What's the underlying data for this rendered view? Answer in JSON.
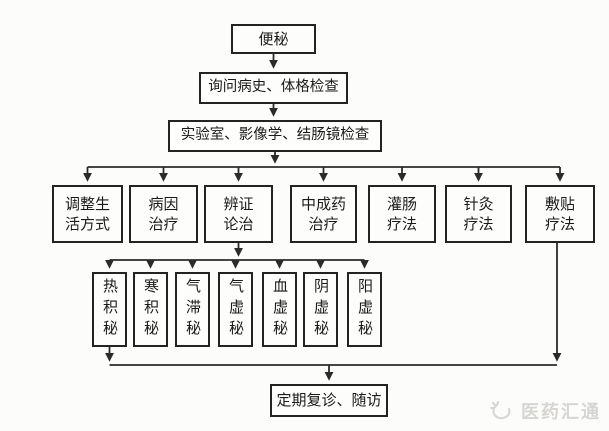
{
  "flowchart": {
    "start": {
      "label": "便秘"
    },
    "step_history": {
      "label": "询问病史、体格检查"
    },
    "step_exams": {
      "label": "实验室、影像学、结肠镜检查"
    },
    "treatments": [
      {
        "label": "调整生活方式",
        "lines": [
          "调整生",
          "活方式"
        ]
      },
      {
        "label": "病因治疗",
        "lines": [
          "病因",
          "治疗"
        ]
      },
      {
        "label": "辨证论治",
        "lines": [
          "辨证",
          "论治"
        ]
      },
      {
        "label": "中成药治疗",
        "lines": [
          "中成药",
          "治疗"
        ]
      },
      {
        "label": "灌肠疗法",
        "lines": [
          "灌肠",
          "疗法"
        ]
      },
      {
        "label": "针灸疗法",
        "lines": [
          "针灸",
          "疗法"
        ]
      },
      {
        "label": "敷贴疗法",
        "lines": [
          "敷贴",
          "疗法"
        ]
      }
    ],
    "syndromes": [
      {
        "label": "热积秘"
      },
      {
        "label": "寒积秘"
      },
      {
        "label": "气滞秘"
      },
      {
        "label": "气虚秘"
      },
      {
        "label": "血虚秘"
      },
      {
        "label": "阴虚秘"
      },
      {
        "label": "阳虚秘"
      }
    ],
    "end": {
      "label": "定期复诊、随访"
    }
  },
  "watermark": {
    "text": "医药汇通",
    "icon": "swoosh-logo-icon"
  },
  "colors": {
    "background": "#fcfcfb",
    "line": "#2b2b2b",
    "box_border": "#232323",
    "text": "#1a1a1a",
    "watermark": "#d6d5d1"
  }
}
